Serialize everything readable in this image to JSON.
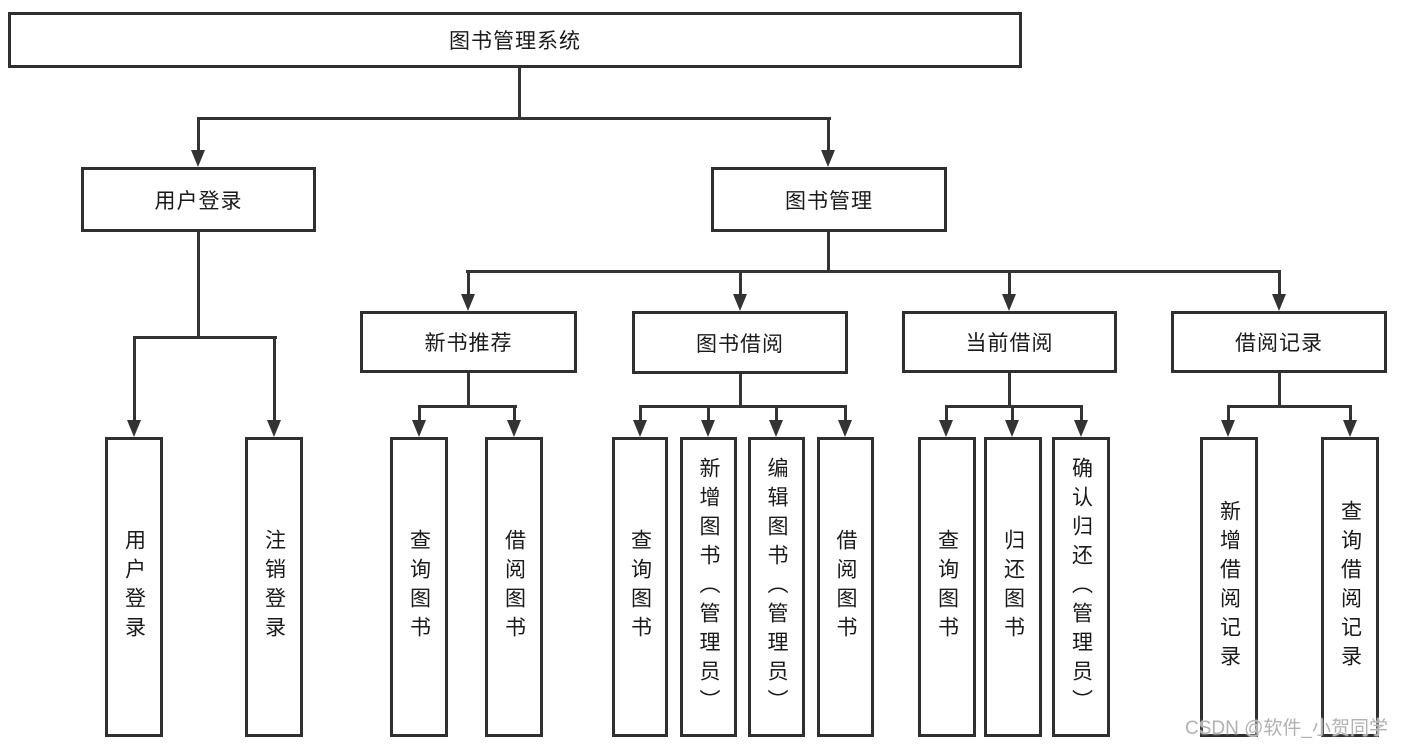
{
  "diagram": {
    "type": "hierarchy-tree",
    "root": {
      "label": "图书管理系统"
    },
    "branches": [
      {
        "label": "用户登录",
        "children": [
          {
            "label": "用户登录"
          },
          {
            "label": "注销登录"
          }
        ]
      },
      {
        "label": "图书管理",
        "children": [
          {
            "label": "新书推荐",
            "children": [
              {
                "label": "查询图书"
              },
              {
                "label": "借阅图书"
              }
            ]
          },
          {
            "label": "图书借阅",
            "children": [
              {
                "label": "查询图书"
              },
              {
                "label": "新增图书（管理员）"
              },
              {
                "label": "编辑图书（管理员）"
              },
              {
                "label": "借阅图书"
              }
            ]
          },
          {
            "label": "当前借阅",
            "children": [
              {
                "label": "查询图书"
              },
              {
                "label": "归还图书"
              },
              {
                "label": "确认归还（管理员）"
              }
            ]
          },
          {
            "label": "借阅记录",
            "children": [
              {
                "label": "新增借阅记录"
              },
              {
                "label": "查询借阅记录"
              }
            ]
          }
        ]
      }
    ]
  },
  "watermark": {
    "text": "CSDN @软件_小贺同学"
  },
  "colors": {
    "background": "#ffffff",
    "line": "#333333",
    "box_border": "#2f2f2f",
    "text": "#1a1a1a",
    "watermark": "#b2b2b2"
  }
}
